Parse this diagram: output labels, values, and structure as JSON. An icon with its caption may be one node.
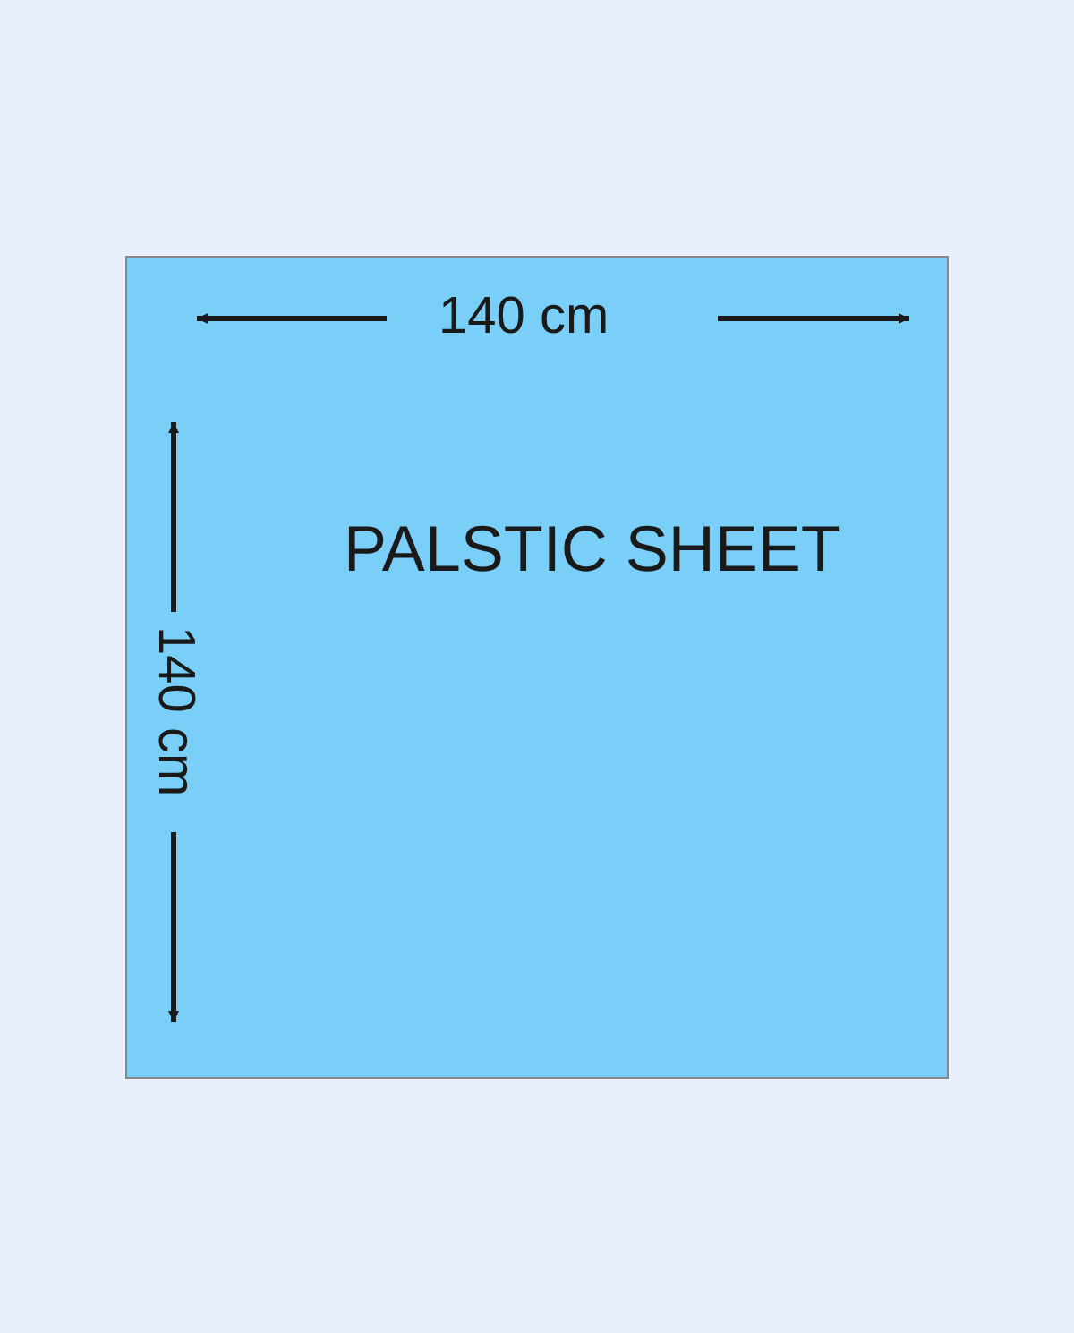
{
  "diagram": {
    "nodes": [
      {
        "text": [
          "PALSTIC SHEET"
        ]
      }
    ],
    "labels": [
      "140 cm",
      "140 cm"
    ]
  }
}
